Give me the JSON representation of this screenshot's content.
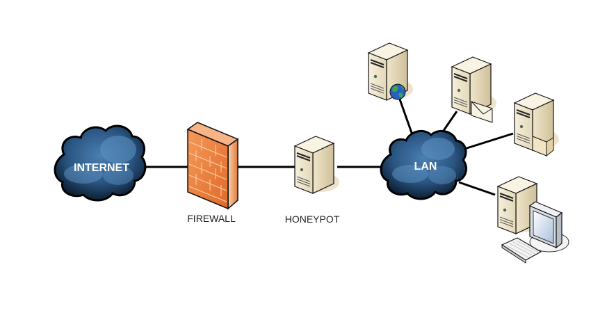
{
  "diagram": {
    "type": "network-topology",
    "nodes": {
      "internet": {
        "label": "INTERNET",
        "kind": "cloud"
      },
      "firewall": {
        "label": "FIREWALL",
        "kind": "firewall"
      },
      "honeypot": {
        "label": "HONEYPOT",
        "kind": "server"
      },
      "lan": {
        "label": "LAN",
        "kind": "cloud"
      },
      "web_server": {
        "label": "",
        "kind": "server",
        "badge": "globe-icon"
      },
      "mail_server": {
        "label": "",
        "kind": "server",
        "badge": "envelope-icon"
      },
      "file_server": {
        "label": "",
        "kind": "server",
        "badge": "folder-icon"
      },
      "workstation": {
        "label": "",
        "kind": "workstation"
      }
    },
    "edges": [
      [
        "internet",
        "firewall"
      ],
      [
        "firewall",
        "honeypot"
      ],
      [
        "honeypot",
        "lan"
      ],
      [
        "lan",
        "web_server"
      ],
      [
        "lan",
        "mail_server"
      ],
      [
        "lan",
        "file_server"
      ],
      [
        "lan",
        "workstation"
      ]
    ],
    "colors": {
      "cloud_dark": "#0d1f33",
      "cloud_mid": "#2f5f8c",
      "cloud_light": "#5f93c4",
      "firewall": "#f08040",
      "firewall_dark": "#c05418",
      "server_body": "#efe6cf",
      "server_side": "#d9ccaa",
      "line": "#000000"
    }
  }
}
